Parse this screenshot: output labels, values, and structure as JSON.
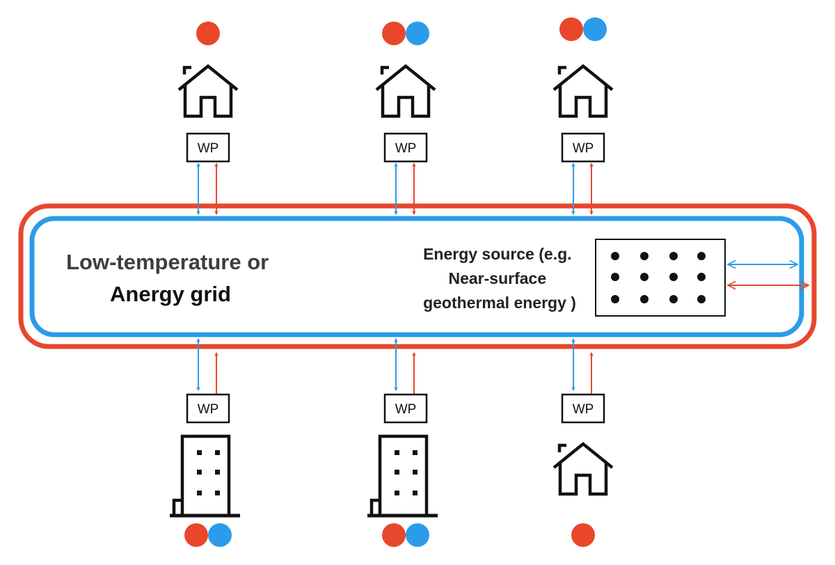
{
  "colors": {
    "hot": "#e8472c",
    "cold": "#2b9cea",
    "ink": "#111111",
    "label_dark": "#3a3f3d",
    "label_black": "#111111"
  },
  "grid": {
    "label_line1": "Low-temperature or",
    "label_line2": "Anergy grid"
  },
  "energy_source": {
    "label_line1": "Energy source (e.g.",
    "label_line2": "Near-surface",
    "label_line3": "geothermal energy )",
    "icon": "borehole-field-icon"
  },
  "heat_pump_label": "WP",
  "consumers": {
    "top": [
      {
        "type": "house",
        "icon": "house-icon",
        "indicators": [
          "hot"
        ]
      },
      {
        "type": "house",
        "icon": "house-icon",
        "indicators": [
          "hot",
          "cold"
        ]
      },
      {
        "type": "house",
        "icon": "house-icon",
        "indicators": [
          "hot",
          "cold"
        ]
      }
    ],
    "bottom": [
      {
        "type": "building",
        "icon": "office-building-icon",
        "indicators": [
          "hot",
          "cold"
        ]
      },
      {
        "type": "building",
        "icon": "office-building-icon",
        "indicators": [
          "hot",
          "cold"
        ]
      },
      {
        "type": "house",
        "icon": "house-icon",
        "indicators": [
          "hot"
        ]
      }
    ]
  }
}
